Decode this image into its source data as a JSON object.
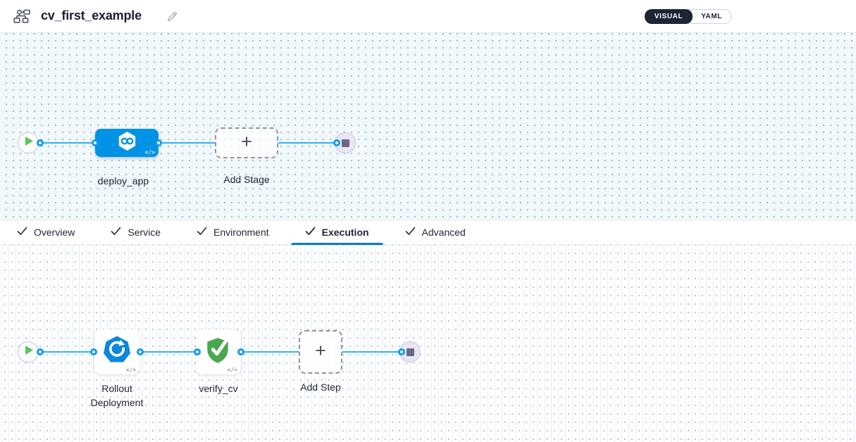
{
  "header": {
    "title": "cv_first_example",
    "toggle": {
      "visual": "VISUAL",
      "yaml": "YAML"
    }
  },
  "stage_canvas": {
    "stage_label": "deploy_app",
    "add_stage_label": "Add Stage"
  },
  "tabs": [
    {
      "label": "Overview",
      "active": false
    },
    {
      "label": "Service",
      "active": false
    },
    {
      "label": "Environment",
      "active": false
    },
    {
      "label": "Execution",
      "active": true
    },
    {
      "label": "Advanced",
      "active": false
    }
  ],
  "execution_canvas": {
    "steps": [
      {
        "label": "Rollout Deployment"
      },
      {
        "label": "verify_cv"
      }
    ],
    "add_step_label": "Add Step"
  },
  "icons": {
    "code": "</>",
    "plus": "+"
  },
  "colors": {
    "stage_blue": "#0092e4",
    "connector_blue": "#2eb4ec",
    "port_ring_blue": "#119be8",
    "active_tab_underline": "#0278d5",
    "verify_green": "#49a84d",
    "rollout_blue": "#0b87dd",
    "play_green": "#5cc35f",
    "toggle_dark": "#1d2433"
  }
}
